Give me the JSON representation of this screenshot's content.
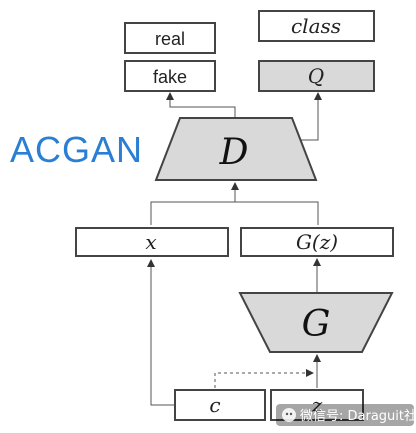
{
  "title": "ACGAN",
  "outputs": {
    "real": "real",
    "fake": "fake",
    "class": "class",
    "q": "Q"
  },
  "networks": {
    "discriminator": "D",
    "generator": "G"
  },
  "inputs": {
    "x": "x",
    "gz": "G(z)",
    "c": "c",
    "z": "z"
  },
  "watermark": "微信号: Daraguit社区",
  "colors": {
    "title": "#2a7fd4",
    "network_fill": "#d9d9d9",
    "box_stroke": "#444444",
    "line": "#555555"
  }
}
